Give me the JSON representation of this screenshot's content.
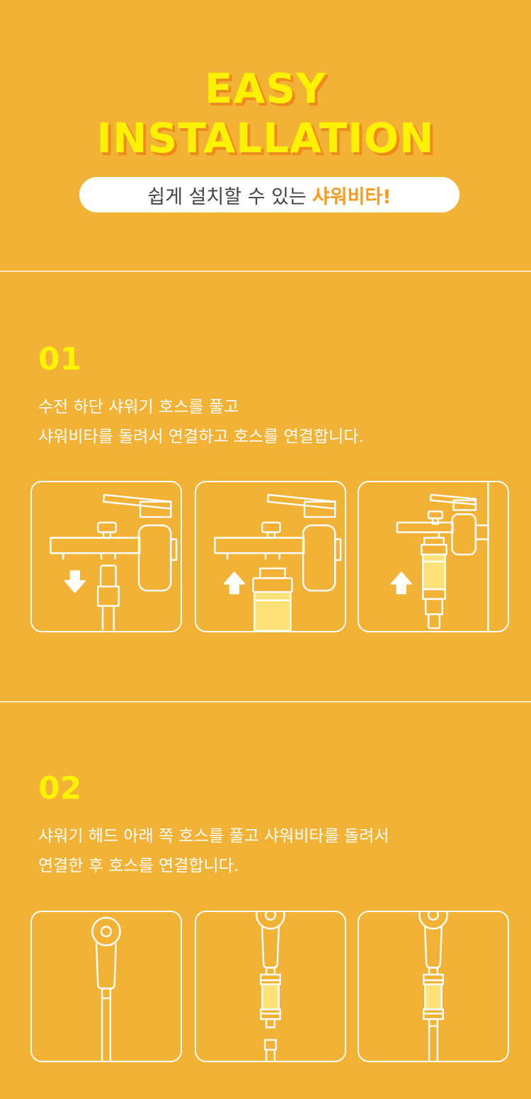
{
  "hero": {
    "title_line1": "EASY",
    "title_line2": "INSTALLATION",
    "subtitle_plain": "쉽게 설치할 수 있는",
    "subtitle_brand": "샤워비타!"
  },
  "steps": [
    {
      "number": "01",
      "line1": "수전 하단 샤워기 호스를 풀고",
      "line2": "샤워비타를 돌려서 연결하고 호스를 연결합니다."
    },
    {
      "number": "02",
      "line1": "샤워기 헤드 아래 쪽 호스를 풀고 샤워비타를 돌려서",
      "line2": "연결한 후 호스를 연결합니다."
    }
  ],
  "colors": {
    "background": "#f2b236",
    "title_yellow": "#fff200",
    "title_shadow": "#ef8a1c",
    "filter_fill": "#fde27a",
    "line": "#ffffff"
  },
  "icons": [
    "faucet-icon",
    "arrow-down-icon",
    "arrow-up-icon",
    "shower-head-icon",
    "filter-icon",
    "hose-icon"
  ]
}
